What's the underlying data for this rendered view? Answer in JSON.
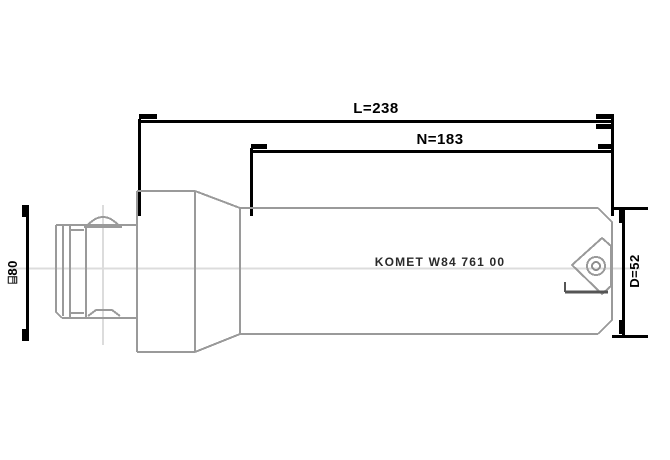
{
  "drawing": {
    "title": "KOMET boring bar side view",
    "background_color": "#ffffff",
    "outline_color": "#9a9a9a",
    "dimension_color": "#000000",
    "centerline_color": "#d8d8d8",
    "label_color": "#2a2a2a"
  },
  "dimensions": {
    "overall_length": {
      "label": "L=238",
      "name": "overall-length"
    },
    "projection_length": {
      "label": "N=183",
      "name": "projection-length"
    },
    "shank_diameter": {
      "label": "⌸80",
      "name": "shank-diameter"
    },
    "body_diameter": {
      "label": "D=52",
      "name": "body-diameter"
    }
  },
  "part_marking": {
    "brand": "KOMET",
    "part_number": "W84 761 00",
    "full_text": "KOMET  W84 761 00"
  },
  "features": {
    "shank": "tapered-hsk-shank",
    "flange": "drive-flange",
    "taper": "conical-transition",
    "body": "cylindrical-boring-bar",
    "insert": "triangular-indexable-insert",
    "insert_screw": "clamping-screw",
    "chamfer": "tip-chamfer",
    "centerline": "axis-centerline"
  }
}
